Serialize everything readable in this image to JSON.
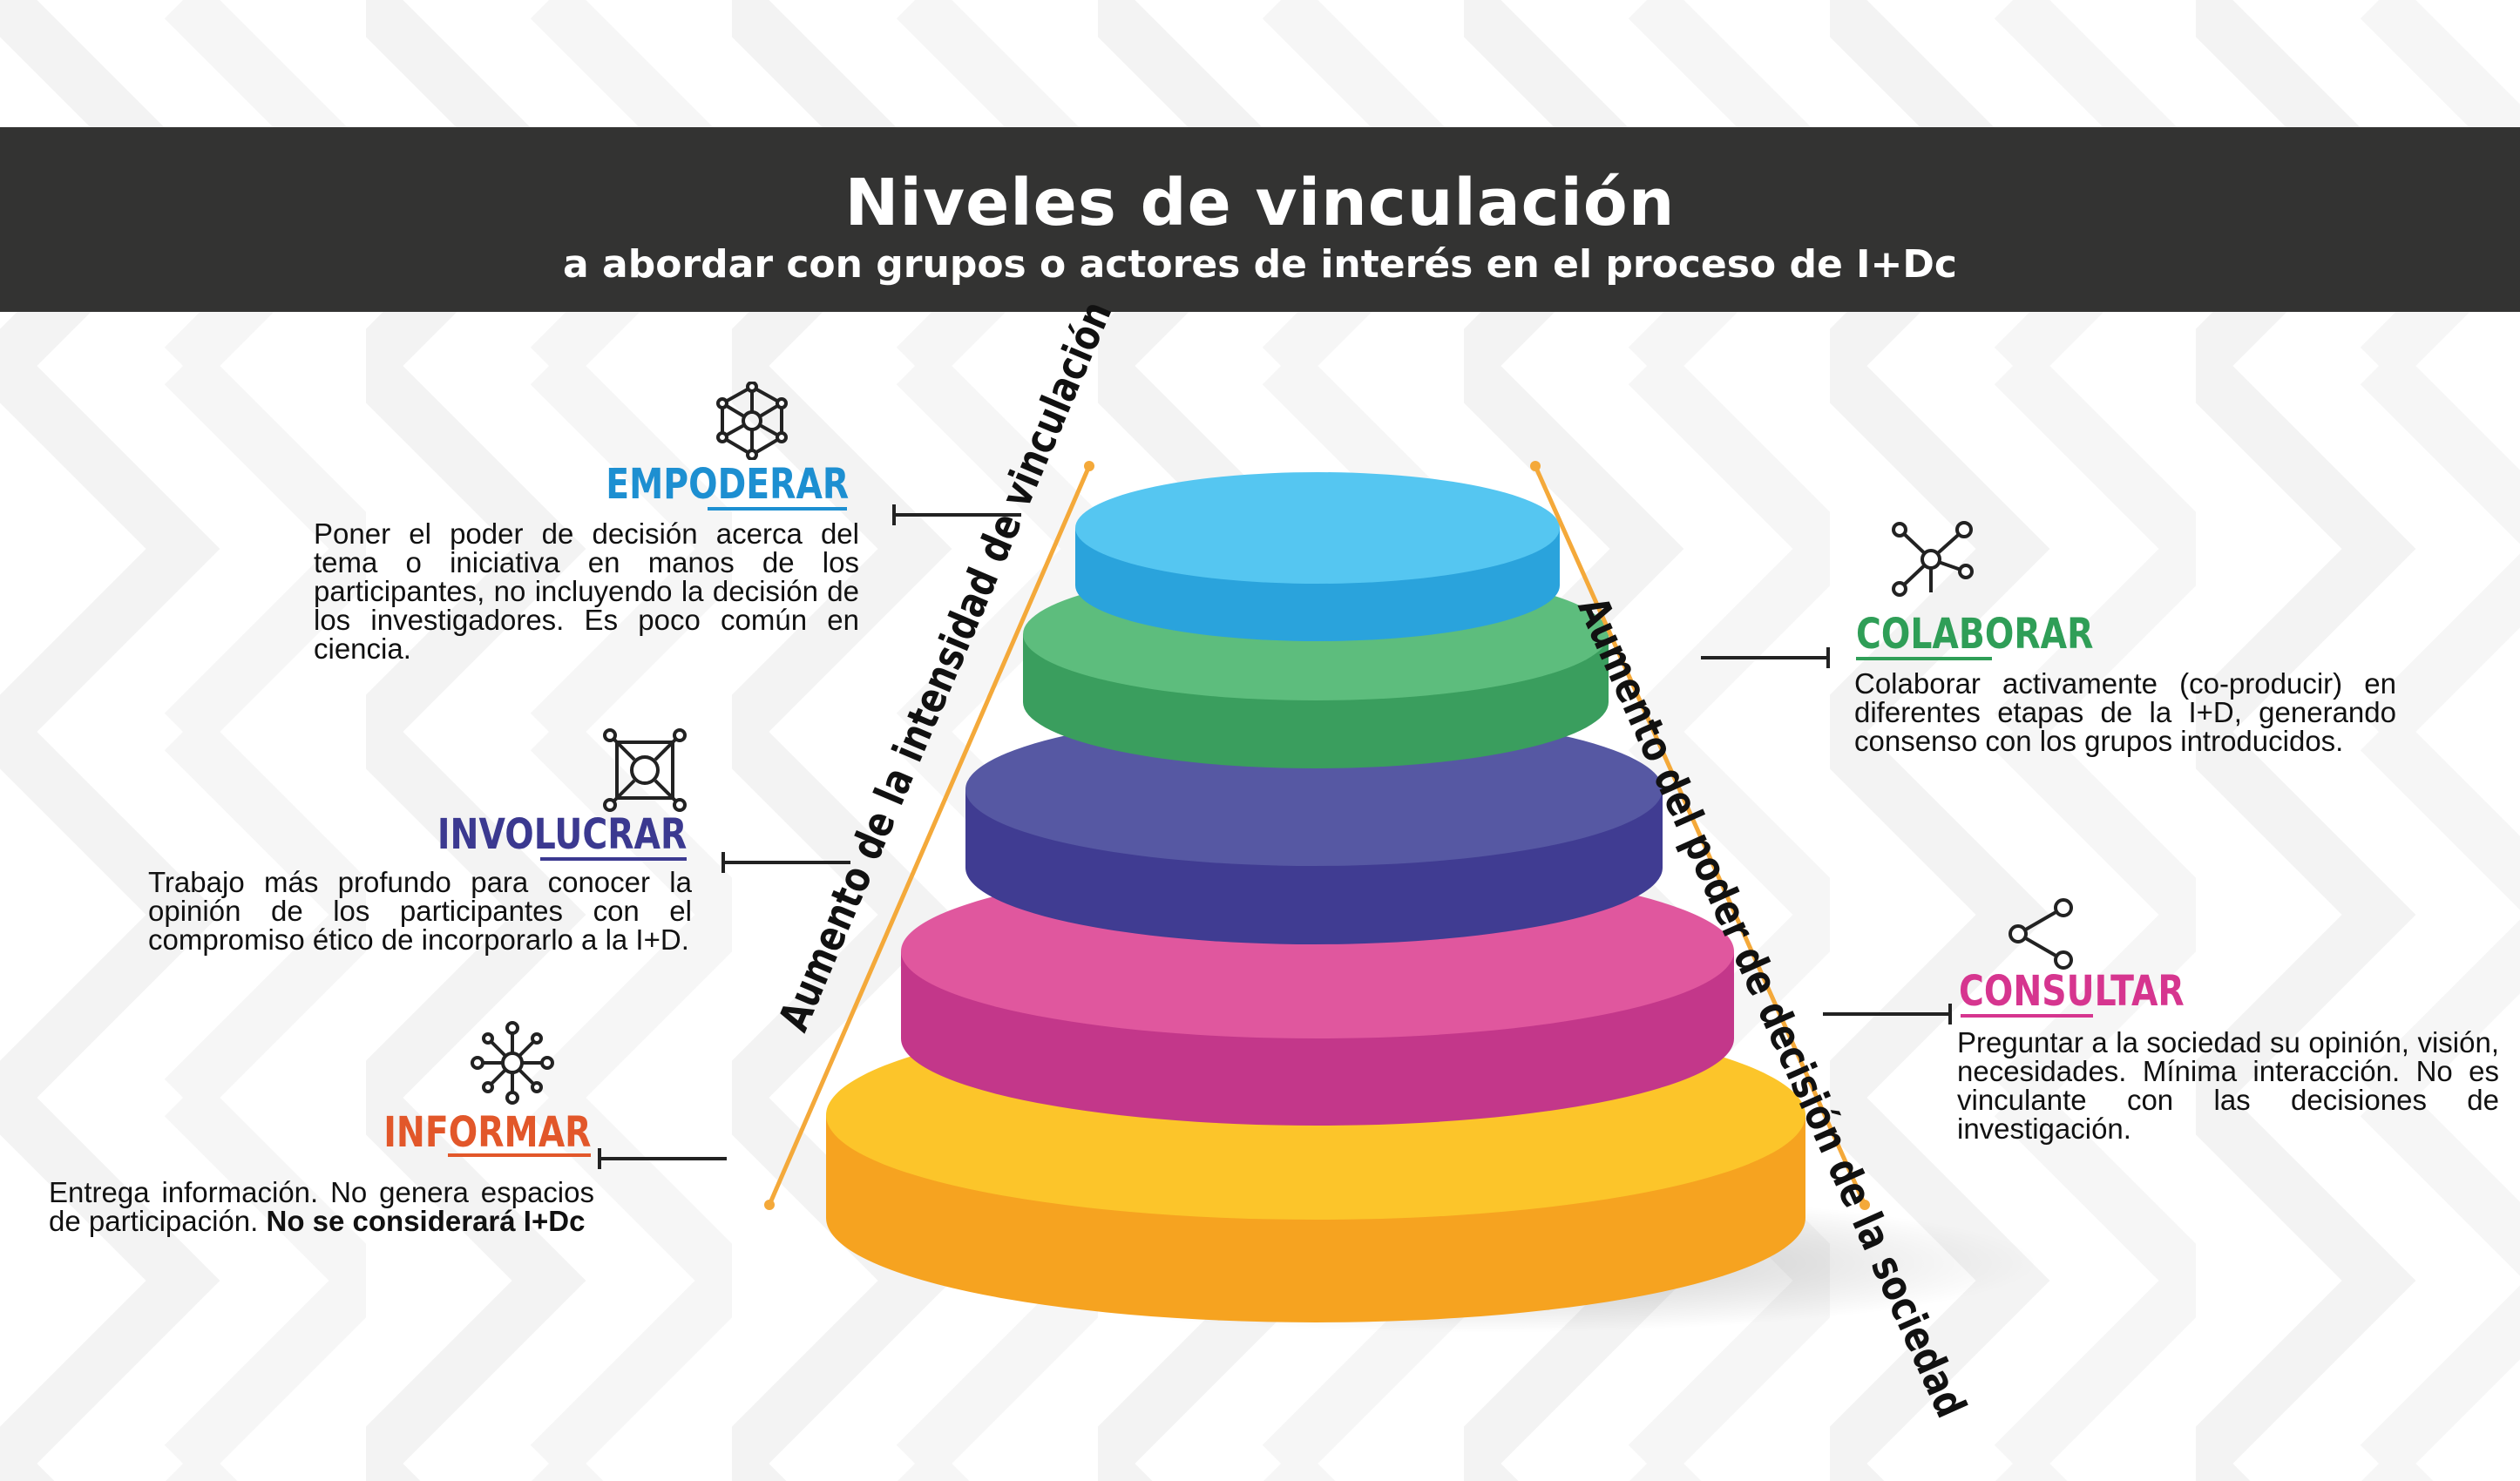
{
  "header": {
    "title": "Niveles de vinculación",
    "subtitle": "a abordar con grupos o actores de interés en el proceso de I+Dc"
  },
  "axes": {
    "left": "Aumento de la intensidad de vinculación",
    "right": "Aumento del poder de decisión de la sociedad"
  },
  "levels": {
    "empoderar": {
      "label": "EMPODERAR",
      "color": "#1d8fd1",
      "icon": "molecule-hexagon-icon",
      "description": "Poner el poder de decisión acerca del tema o iniciativa en manos de los participantes, no incluyendo la decisión de los investigadores. Es poco común en ciencia."
    },
    "colaborar": {
      "label": "COLABORAR",
      "color": "#2f9e57",
      "icon": "network-nodes-icon",
      "description": "Colaborar activamente (co-producir) en diferentes etapas de la I+D, generando consenso con los grupos introducidos."
    },
    "involucrar": {
      "label": "INVOLUCRAR",
      "color": "#3b3990",
      "icon": "connected-square-icon",
      "description": "Trabajo más profundo para conocer la opinión de los participantes con el compromiso ético de incorporarlo a la I+D."
    },
    "consultar": {
      "label": "CONSULTAR",
      "color": "#d6358f",
      "icon": "share-icon",
      "description": "Preguntar a la sociedad su opinión, visión, necesidades. Mínima interacción. No es vinculante con las decisiones de investigación."
    },
    "informar": {
      "label": "INFORMAR",
      "color": "#e2572a",
      "icon": "broadcast-hub-icon",
      "description": "Entrega información. No genera espacios de participación.",
      "description_bold": "No se considerará I+Dc"
    }
  },
  "pyramid": {
    "tiers": [
      {
        "name": "informar",
        "top": "#fcc52a",
        "side": "#f6a320"
      },
      {
        "name": "consultar",
        "top": "#e0579e",
        "side": "#c3378a"
      },
      {
        "name": "involucrar",
        "top": "#5658a3",
        "side": "#403c92"
      },
      {
        "name": "colaborar",
        "top": "#5dbd7d",
        "side": "#3a9e5e"
      },
      {
        "name": "empoderar",
        "top": "#55c6f1",
        "side": "#2aa3dc"
      }
    ]
  }
}
